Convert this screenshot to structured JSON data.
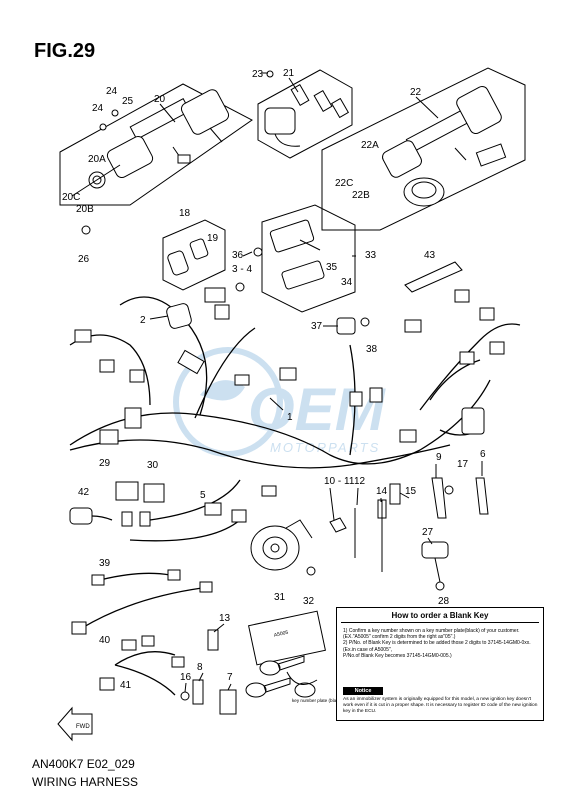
{
  "figure": {
    "title": "FIG.29",
    "model_code": "AN400K7 E02_029",
    "caption": "WIRING HARNESS"
  },
  "callouts": {
    "c1": "1",
    "c2": "2",
    "c3_4": "3 - 4",
    "c5": "5",
    "c6": "6",
    "c7": "7",
    "c8": "8",
    "c9": "9",
    "c10_11": "10 - 11",
    "c12": "12",
    "c13": "13",
    "c14": "14",
    "c15": "15",
    "c16": "16",
    "c17": "17",
    "c18": "18",
    "c19": "19",
    "c20": "20",
    "c20a": "20A",
    "c20b": "20B",
    "c20c": "20C",
    "c21": "21",
    "c22": "22",
    "c22a": "22A",
    "c22b": "22B",
    "c22c": "22C",
    "c23": "23",
    "c24a": "24",
    "c24b": "24",
    "c25": "25",
    "c26": "26",
    "c27": "27",
    "c28": "28",
    "c29": "29",
    "c30": "30",
    "c31": "31",
    "c32": "32",
    "c33": "33",
    "c34": "34",
    "c35": "35",
    "c36": "36",
    "c37": "37",
    "c38": "38",
    "c39": "39",
    "c40": "40",
    "c41": "41",
    "c42": "42",
    "c43": "43"
  },
  "key_note": {
    "title": "How to order a Blank Key",
    "step1": "1) Confirm a key number shown on a key number plate(black) of your customer.",
    "step1_ex": "(EX.\"A5005\" confirm 2 digits from the right as\"05\".)",
    "step2": "2) P/No. of Blank Key is determined to be added those 2 digits to 37145-14GM0-0xx.",
    "step2_ex": "(Ex.in case of A5005\",",
    "step2_ex2": "P/No.of Blank Key becomes 37145-14GM0-005.)",
    "plate_caption": "key number plate (black)",
    "plate_number": "A5005",
    "notice_label": "Notice",
    "notice_text": "As an immobilizer system is originally equipped for this model, a new ignition key doesn't work even if it is cut in a proper shape. It is necessary to register ID code of the new ignition key in the ECU."
  },
  "watermark": {
    "brand": "OEM",
    "sub": "MOTORPARTS"
  },
  "arrow": {
    "label": "FWD"
  }
}
